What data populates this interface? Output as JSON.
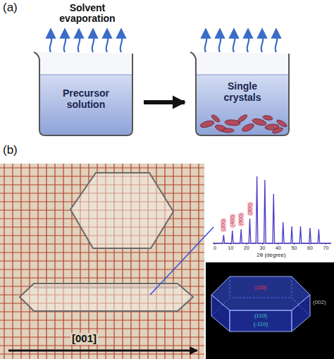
{
  "diagram": {
    "nodes": [
      {
        "text": [
          "Precursor solution"
        ]
      },
      {
        "text": [
          "Single crystals"
        ]
      }
    ],
    "edges": [
      {
        "from": 0,
        "to": 1,
        "arrow": "to"
      }
    ],
    "labels": [
      "(a)",
      "Solvent evaporation",
      "(b)",
      "[001]",
      "(200)",
      "(400)",
      "(600)",
      "(800)",
      "0",
      "10",
      "20",
      "30",
      "40",
      "50",
      "60",
      "70",
      "2θ (degree)",
      "(100)",
      "(002)",
      "(110)",
      "(-110)"
    ]
  }
}
